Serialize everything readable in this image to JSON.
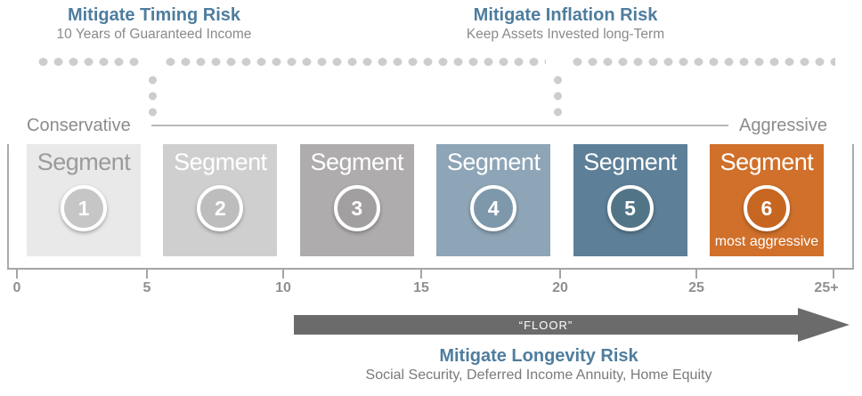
{
  "top_annotations": {
    "timing": {
      "title": "Mitigate Timing Risk",
      "subtitle": "10 Years of Guaranteed Income"
    },
    "inflation": {
      "title": "Mitigate Inflation Risk",
      "subtitle": "Keep Assets Invested long-Term"
    }
  },
  "spectrum": {
    "left_label": "Conservative",
    "right_label": "Aggressive"
  },
  "segments": [
    {
      "label": "Segment",
      "number": "1",
      "note": "",
      "box_color": "#e9e9e9",
      "circle_color": "#c6c6c6",
      "label_color": "#9b9b9b"
    },
    {
      "label": "Segment",
      "number": "2",
      "note": "",
      "box_color": "#cfcfcf",
      "circle_color": "#bdbdbd",
      "label_color": "#ffffff"
    },
    {
      "label": "Segment",
      "number": "3",
      "note": "",
      "box_color": "#aeacac",
      "circle_color": "#a19f9f",
      "label_color": "#ffffff"
    },
    {
      "label": "Segment",
      "number": "4",
      "note": "",
      "box_color": "#8da5b6",
      "circle_color": "#7e98ab",
      "label_color": "#ffffff"
    },
    {
      "label": "Segment",
      "number": "5",
      "note": "",
      "box_color": "#5d7f97",
      "circle_color": "#527487",
      "label_color": "#ffffff"
    },
    {
      "label": "Segment",
      "number": "6",
      "note": "most aggressive",
      "box_color": "#d0702a",
      "circle_color": "#c66621",
      "label_color": "#ffffff"
    }
  ],
  "axis": {
    "ticks": [
      "0",
      "5",
      "10",
      "15",
      "20",
      "25",
      "25+"
    ]
  },
  "floor": {
    "label": "“FLOOR”"
  },
  "bottom_annotation": {
    "title": "Mitigate Longevity Risk",
    "subtitle": "Social Security, Deferred Income Annuity, Home Equity"
  },
  "colors": {
    "heading_blue": "#4e7d9e",
    "muted_gray_text": "#8a8a8a",
    "dot_gray": "#cdcdcd",
    "axis_gray": "#a5a5a5",
    "floor_arrow_gray": "#6b6b6b",
    "segment6_orange": "#d0702a"
  }
}
